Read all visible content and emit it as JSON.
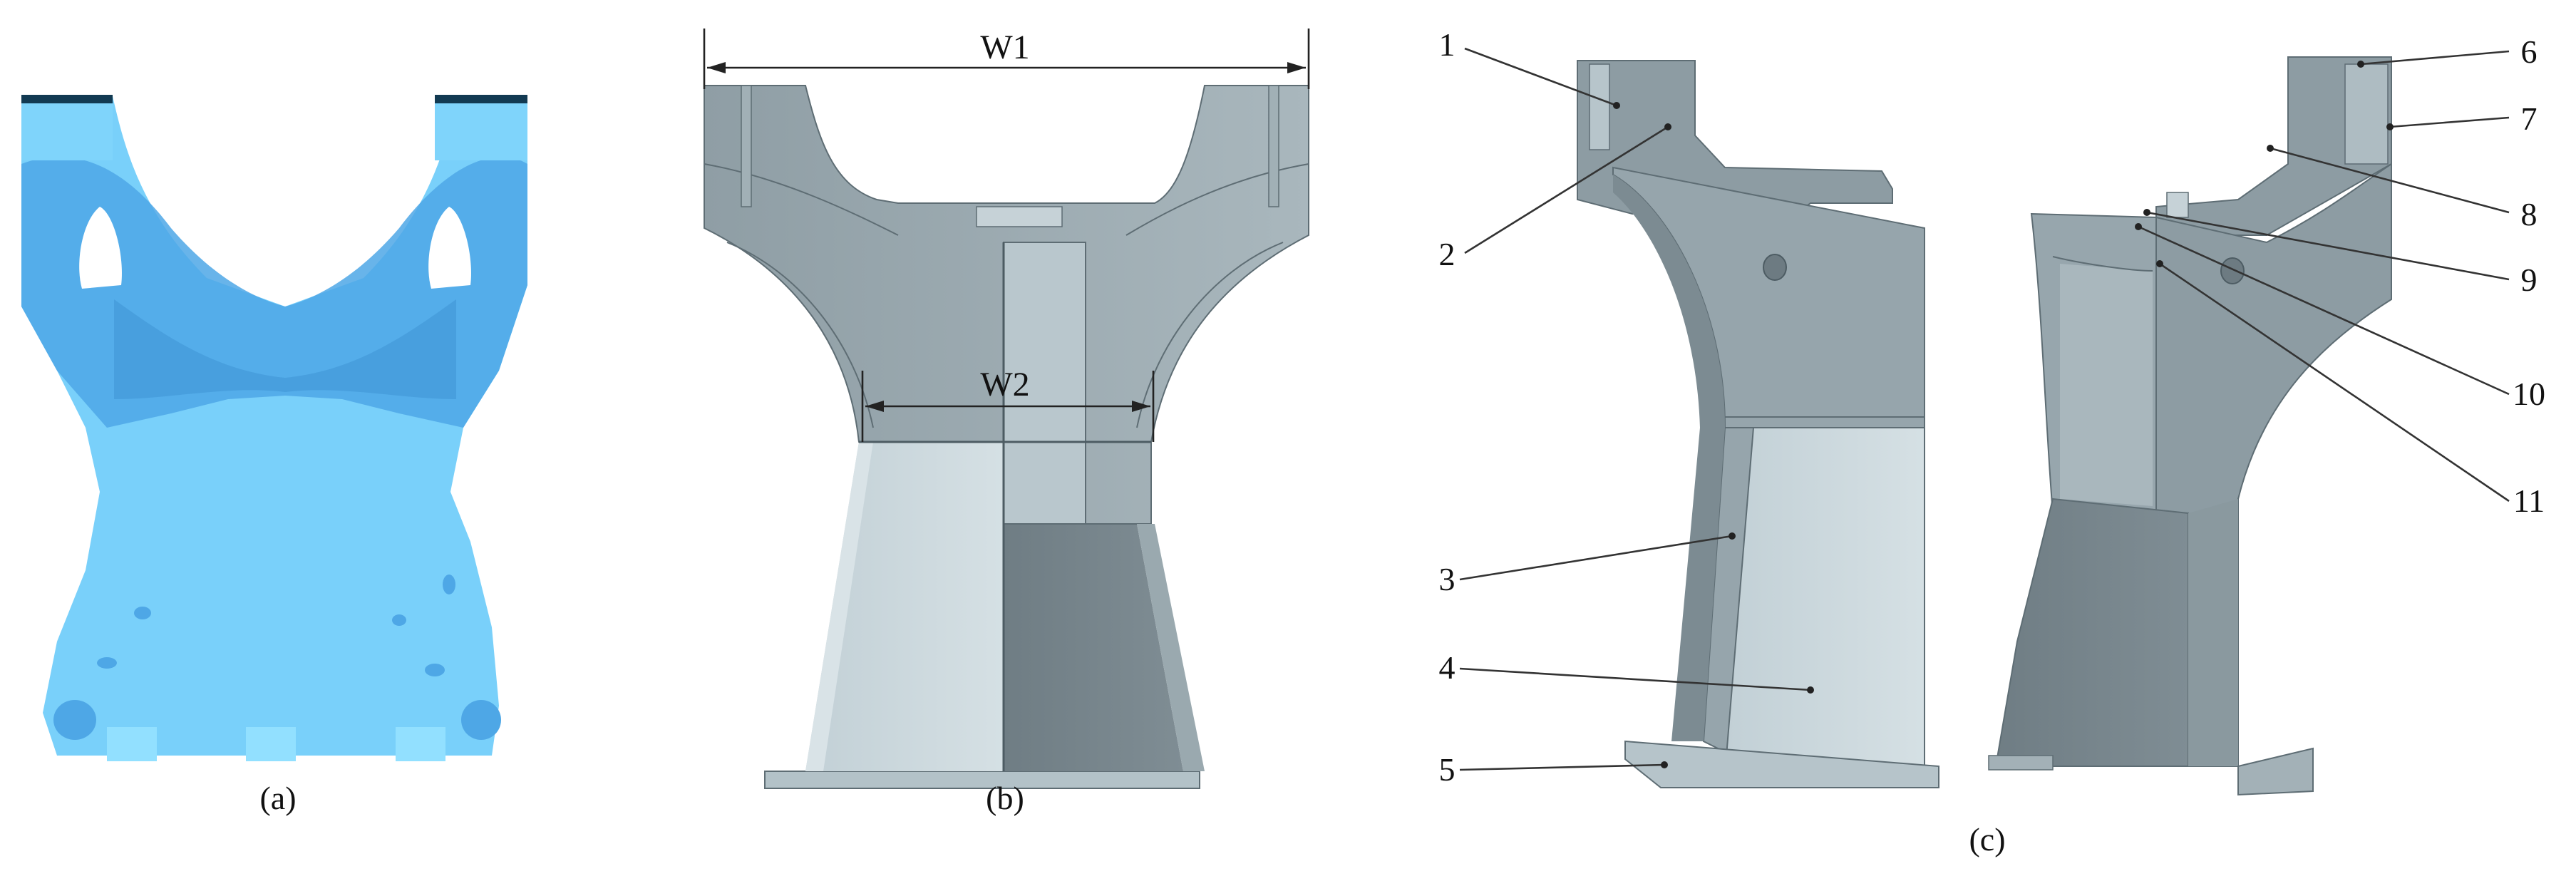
{
  "panels": [
    {
      "id": "a",
      "label": "(a)"
    },
    {
      "id": "b",
      "label": "(b)"
    },
    {
      "id": "c",
      "label": "(c)"
    }
  ],
  "dimensions": {
    "w1": "W1",
    "w2": "W2"
  },
  "callouts": [
    "1",
    "2",
    "3",
    "4",
    "5",
    "6",
    "7",
    "8",
    "9",
    "10",
    "11"
  ]
}
